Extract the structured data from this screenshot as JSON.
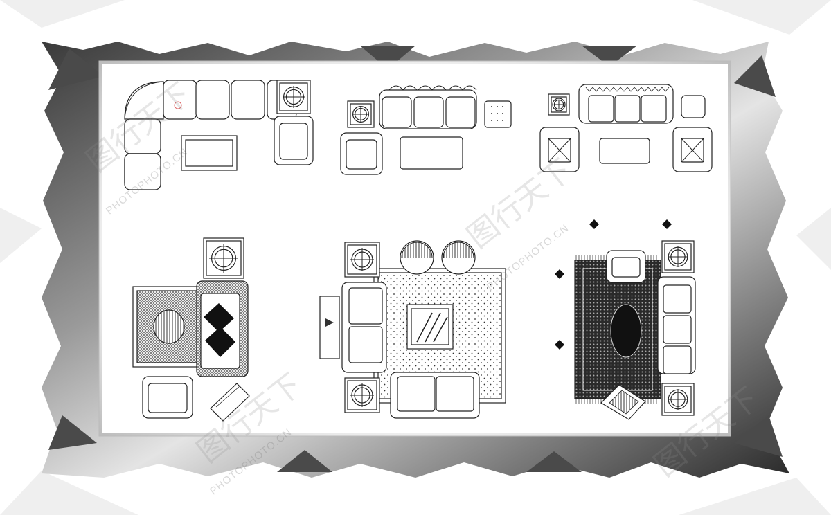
{
  "colors": {
    "page_background": "#ffffff",
    "frame_dark": "#2e2e2e",
    "frame_light": "#d9d9d9",
    "drawing_background": "#ffffff",
    "line": "#222222",
    "watermark": "#999999"
  },
  "groups": [
    {
      "id": "l-shaped-sectional-set"
    },
    {
      "id": "classic-sofa-set"
    },
    {
      "id": "chesterfield-sofa-set"
    },
    {
      "id": "bedroom-rug-set"
    },
    {
      "id": "living-room-set"
    },
    {
      "id": "lounge-rug-set"
    }
  ],
  "watermark": {
    "text": "PHOTOPHOTO.CN",
    "glyphs_shown_as_logo": "图行天下"
  }
}
